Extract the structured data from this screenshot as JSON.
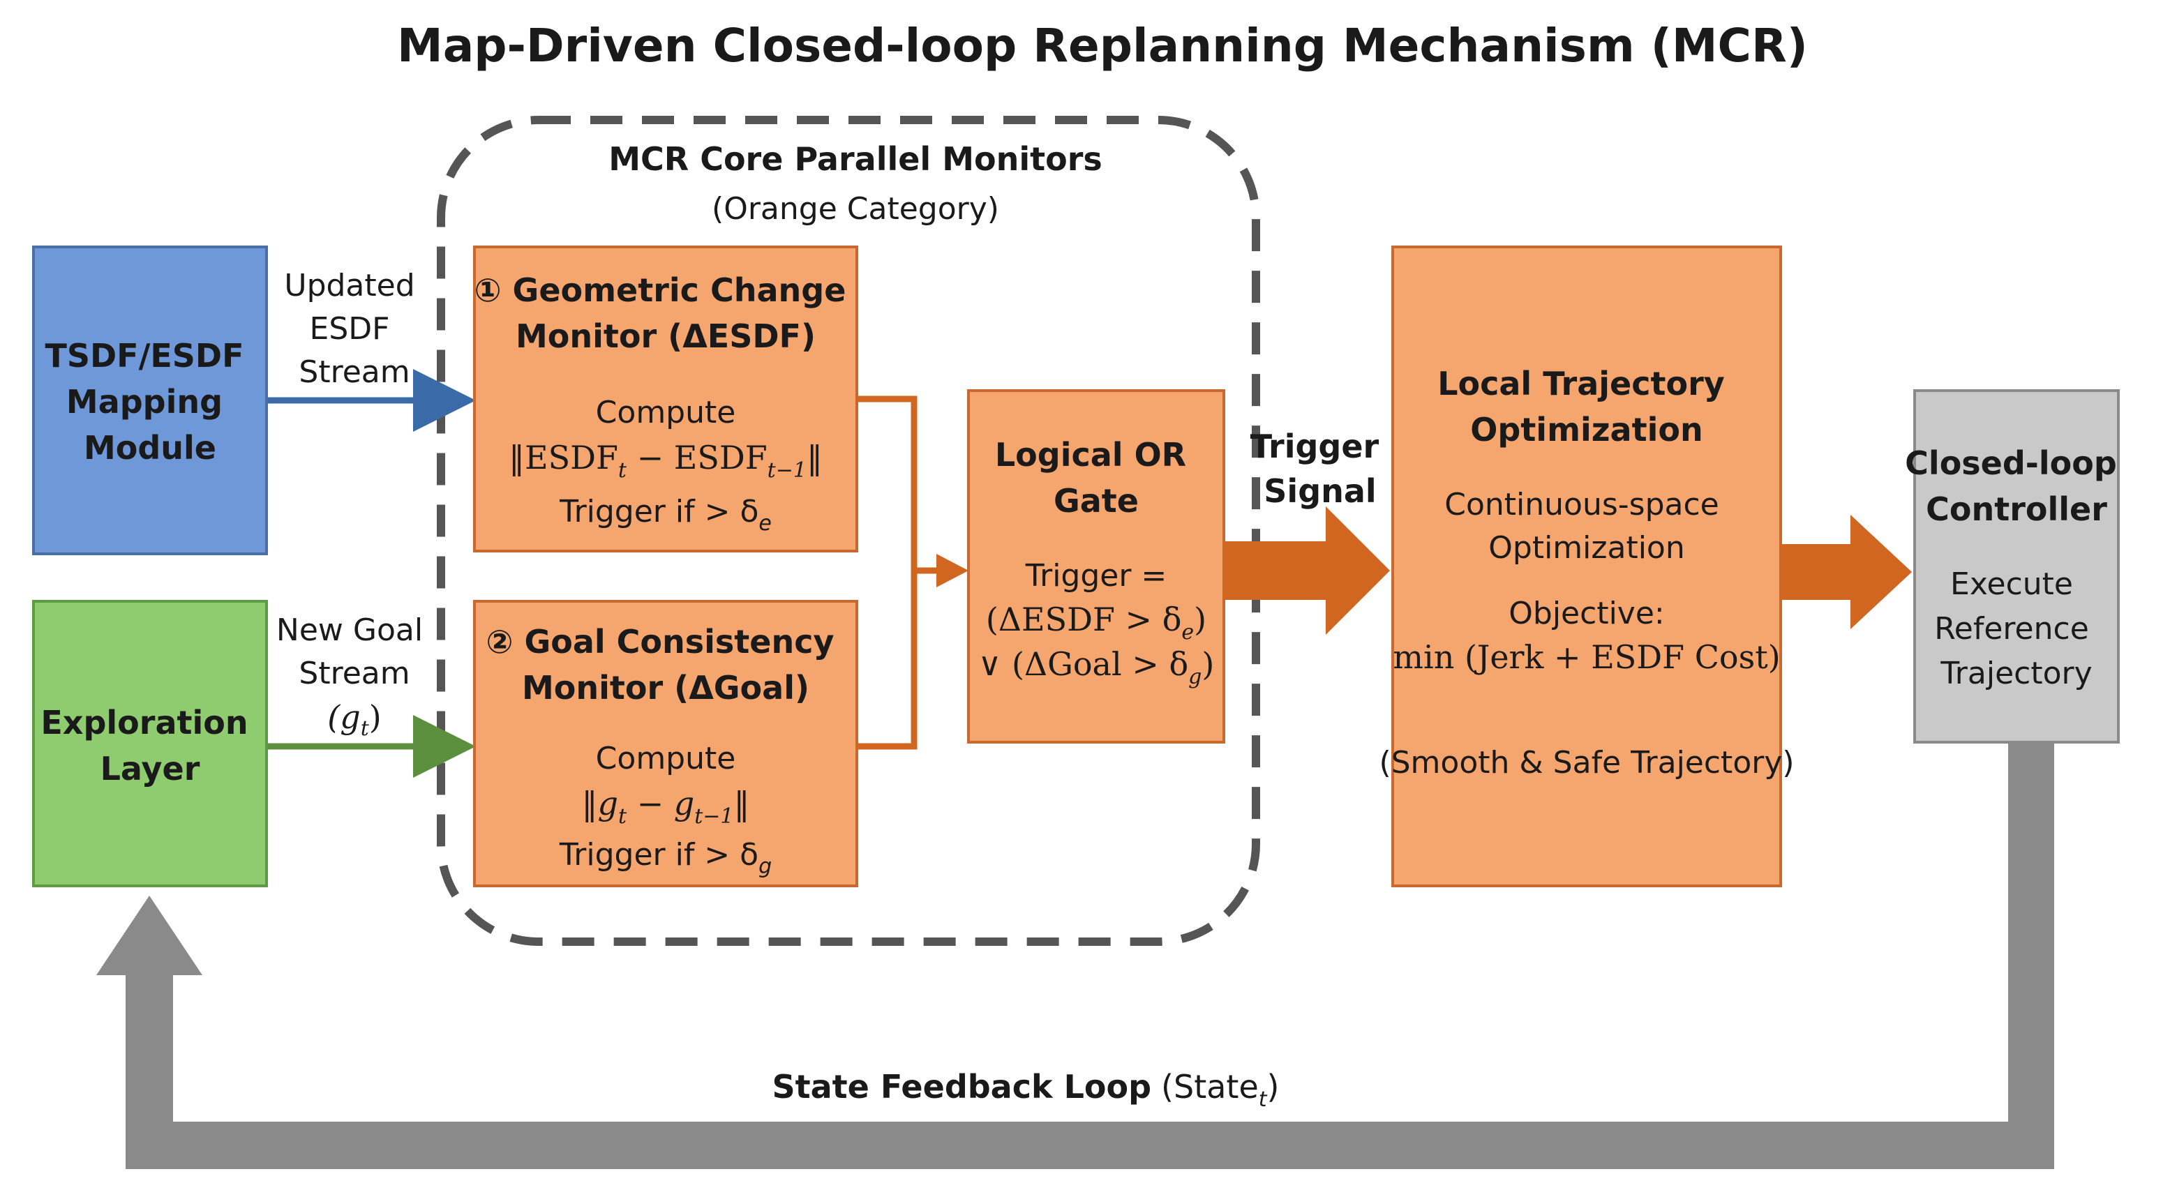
{
  "title": "Map-Driven Closed-loop Replanning Mechanism (MCR)",
  "colors": {
    "mapping_fill": "#6f98d8",
    "mapping_stroke": "#4a6fa5",
    "exploration_fill": "#8fcb6f",
    "exploration_stroke": "#5f9a45",
    "orange_fill": "#f5a56e",
    "orange_stroke": "#c8692f",
    "orange_arrow": "#d0661f",
    "controller_fill": "#c9c9c9",
    "controller_stroke": "#8a8a8a",
    "feedback_arrow": "#8a8a8a",
    "blue_arrow": "#3b6aa8",
    "green_arrow": "#5c8f3e",
    "dashed_border": "#555555"
  },
  "group": {
    "title": "MCR Core Parallel Monitors",
    "subtitle": "(Orange Category)"
  },
  "mapping": {
    "lines": [
      "TSDF/ESDF",
      "Mapping",
      "Module"
    ]
  },
  "exploration": {
    "lines": [
      "Exploration",
      "Layer"
    ]
  },
  "esdf_stream_label": [
    "Updated",
    "ESDF",
    "Stream"
  ],
  "goal_stream_label": {
    "lines": [
      "New Goal",
      "Stream"
    ],
    "math": "(g",
    "math_sub": "t",
    "math_close": ")"
  },
  "monitor1": {
    "title_line1": "① Geometric Change",
    "title_line2": "Monitor (ΔESDF)",
    "compute": "Compute",
    "norm_open": "‖ESDF",
    "norm_sub1": "t",
    "norm_mid": " − ESDF",
    "norm_sub2": "t−1",
    "norm_close": "‖",
    "trigger": "Trigger if > δ",
    "trigger_sub": "e"
  },
  "monitor2": {
    "title_line1": "② Goal Consistency",
    "title_line2": "Monitor (ΔGoal)",
    "compute": "Compute",
    "norm_open": "‖g",
    "norm_sub1": "t",
    "norm_mid": " − g",
    "norm_sub2": "t−1",
    "norm_close": "‖",
    "trigger": "Trigger if > δ",
    "trigger_sub": "g"
  },
  "or_gate": {
    "title_line1": "Logical OR",
    "title_line2": "Gate",
    "line1": "Trigger =",
    "line2_a": "(ΔESDF > δ",
    "line2_sub": "e",
    "line2_b": ")",
    "line3_a": "∨ (ΔGoal > δ",
    "line3_sub": "g",
    "line3_b": ")"
  },
  "trigger_signal": [
    "Trigger",
    "Signal"
  ],
  "optimizer": {
    "title_line1": "Local Trajectory",
    "title_line2": "Optimization",
    "desc_line1": "Continuous-space",
    "desc_line2": "Optimization",
    "objective": "Objective:",
    "formula": "min (Jerk + ESDF Cost)",
    "note": "(Smooth & Safe Trajectory)"
  },
  "controller": {
    "title_line1": "Closed-loop",
    "title_line2": "Controller",
    "desc": [
      "Execute",
      "Reference",
      "Trajectory"
    ]
  },
  "feedback": {
    "label": "State Feedback Loop",
    "state": "(State",
    "state_sub": "t",
    "state_close": ")"
  }
}
